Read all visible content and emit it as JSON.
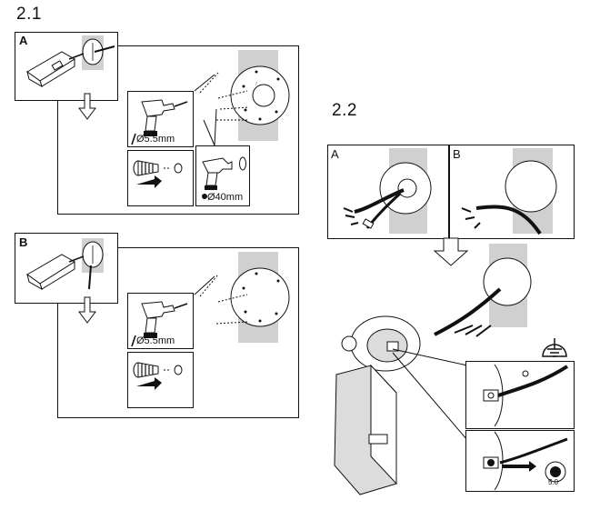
{
  "steps": {
    "s21": "2.1",
    "s22": "2.2"
  },
  "panels": {
    "a1": "A",
    "b1": "B",
    "a2": "A",
    "b2": "B"
  },
  "dimensions": {
    "drill_a": "Ø5.5mm",
    "hole_a": "Ø40mm",
    "drill_b": "Ø5.5mm",
    "torque": "5.0"
  },
  "icons": [
    "drill-icon",
    "screw-icon",
    "wall-plate-icon",
    "camera-icon",
    "arrow-down-icon",
    "ground-icon",
    "hex-key-icon"
  ],
  "colors": {
    "stroke": "#111111",
    "wall": "#d0d0d0",
    "housing": "#dcdcdc"
  }
}
